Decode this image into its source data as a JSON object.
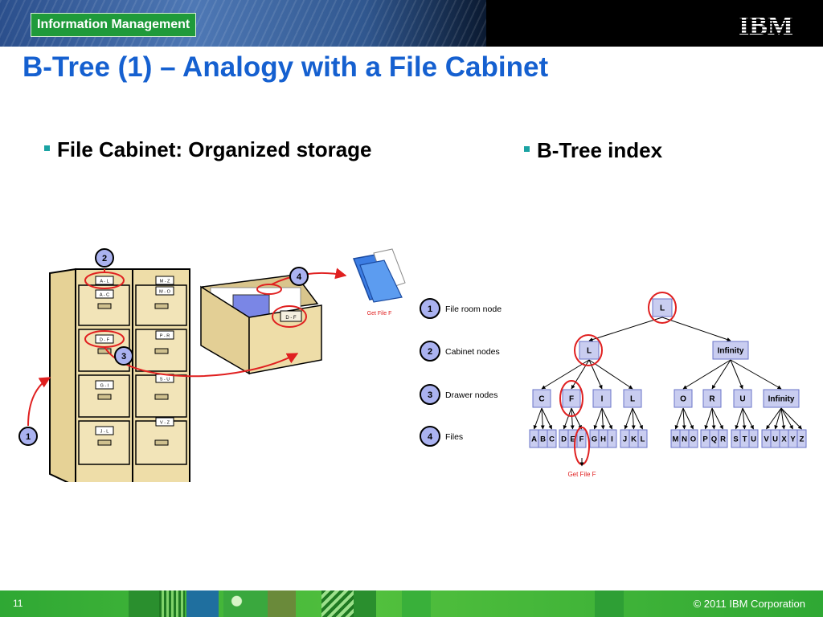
{
  "header": {
    "brand": "Information Management",
    "logo": "IBM"
  },
  "title": "B-Tree (1) – Analogy with a File Cabinet",
  "bullets": {
    "left": "File Cabinet: Organized storage",
    "right": "B-Tree index"
  },
  "cabinet": {
    "labels": [
      "A - L",
      "M - Z",
      "A - C",
      "M - O",
      "D - F",
      "P - R",
      "G - I",
      "S - U",
      "J - L",
      "V - Z"
    ],
    "drawer_label": "D - F",
    "callouts": [
      "1",
      "2",
      "3",
      "4"
    ],
    "get_file_label": "Get File F"
  },
  "legend": [
    {
      "num": "1",
      "label": "File room node"
    },
    {
      "num": "2",
      "label": "Cabinet nodes"
    },
    {
      "num": "3",
      "label": "Drawer nodes"
    },
    {
      "num": "4",
      "label": "Files"
    }
  ],
  "btree": {
    "root": "L",
    "level2": [
      "L",
      "Infinity"
    ],
    "level3": [
      "C",
      "F",
      "I",
      "L",
      "O",
      "R",
      "U",
      "Infinity"
    ],
    "leaves": [
      [
        "A",
        "B",
        "C"
      ],
      [
        "D",
        "E",
        "F"
      ],
      [
        "G",
        "H",
        "I"
      ],
      [
        "J",
        "K",
        "L"
      ],
      [
        "M",
        "N",
        "O"
      ],
      [
        "P",
        "Q",
        "R"
      ],
      [
        "S",
        "T",
        "U"
      ],
      [
        "V",
        "U",
        "X",
        "Y",
        "Z"
      ]
    ],
    "get_file_label": "Get File F"
  },
  "colors": {
    "title": "#1560d0",
    "highlight": "#e02020",
    "node_fill": "#c9cdf0",
    "node_stroke": "#6a74c8",
    "cabinet": "#eedda8"
  },
  "footer": {
    "page": "11",
    "copyright": "© 2011 IBM Corporation"
  }
}
